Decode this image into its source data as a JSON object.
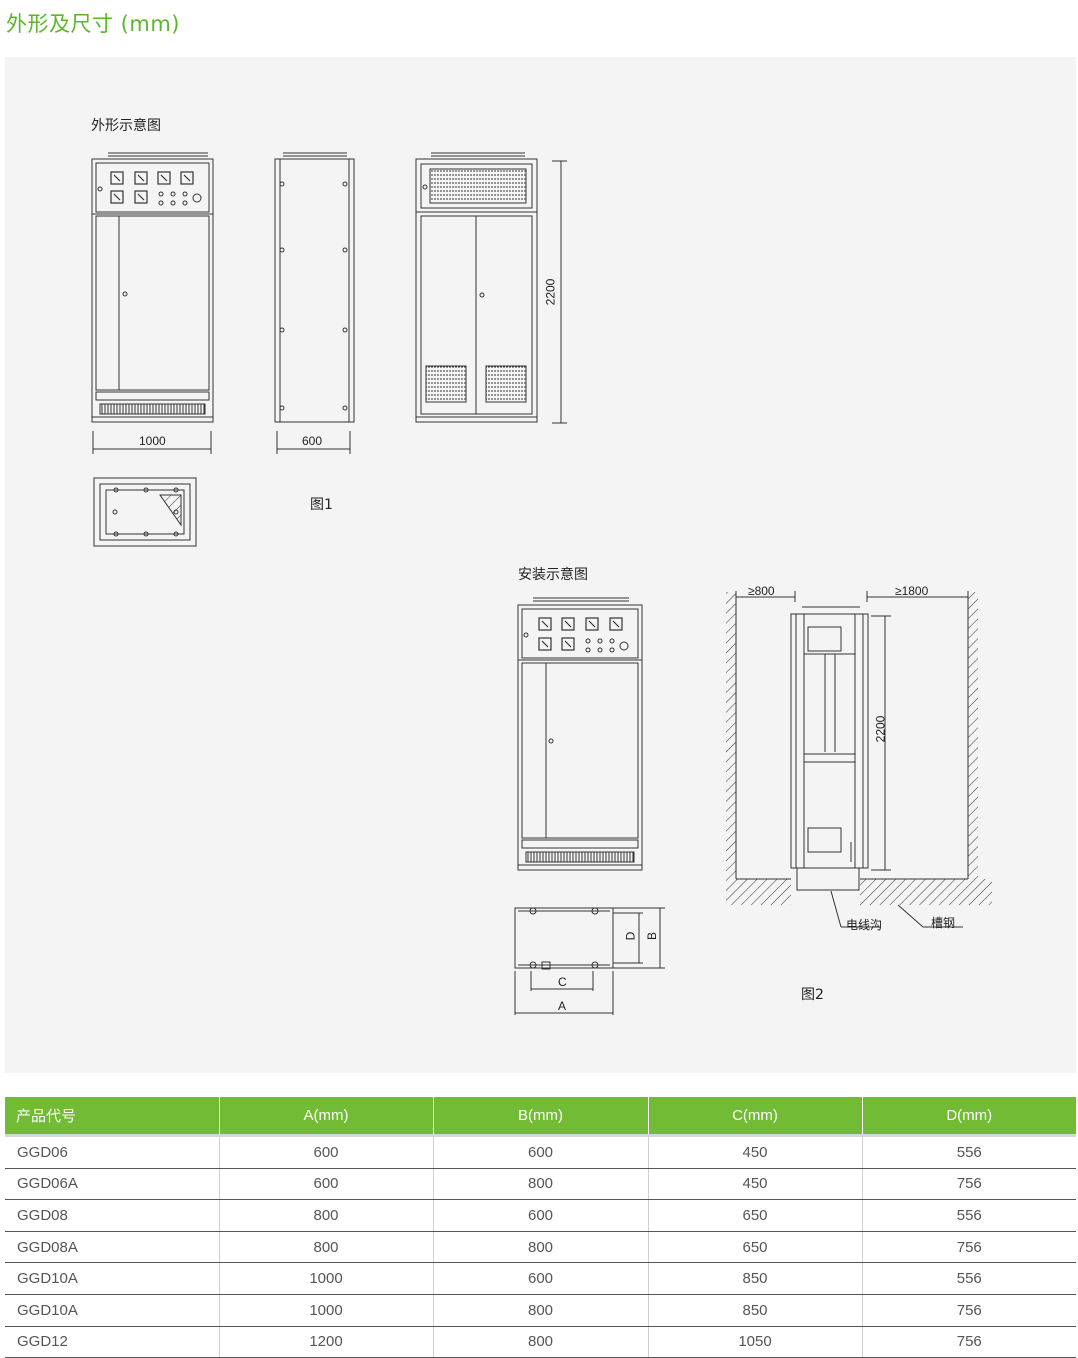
{
  "title": "外形及尺寸 (mm)",
  "drawing": {
    "outline_title": "外形示意图",
    "fig1_label": "图1",
    "dim_front_width": "1000",
    "dim_side_depth": "600",
    "dim_height": "2200",
    "install_title": "安装示意图",
    "fig2_label": "图2",
    "clearance_front": "≥800",
    "clearance_back": "≥1800",
    "install_height": "2200",
    "cable_trench": "电线沟",
    "channel_steel": "槽钢",
    "label_a": "A",
    "label_b": "B",
    "label_c": "C",
    "label_d": "D"
  },
  "table": {
    "headers": [
      "产品代号",
      "A(mm)",
      "B(mm)",
      "C(mm)",
      "D(mm)"
    ],
    "rows": [
      [
        "GGD06",
        "600",
        "600",
        "450",
        "556"
      ],
      [
        "GGD06A",
        "600",
        "800",
        "450",
        "756"
      ],
      [
        "GGD08",
        "800",
        "600",
        "650",
        "556"
      ],
      [
        "GGD08A",
        "800",
        "800",
        "650",
        "756"
      ],
      [
        "GGD10A",
        "1000",
        "600",
        "850",
        "556"
      ],
      [
        "GGD10A",
        "1000",
        "800",
        "850",
        "756"
      ],
      [
        "GGD12",
        "1200",
        "800",
        "1050",
        "756"
      ]
    ]
  },
  "colors": {
    "accent": "#5bb62a",
    "header_bg": "#72bb35",
    "panel_bg": "#f4f4f4"
  }
}
